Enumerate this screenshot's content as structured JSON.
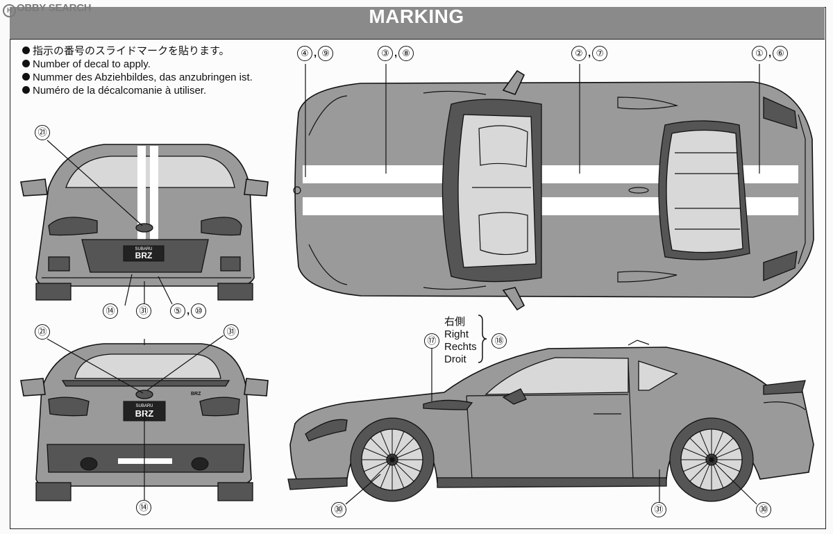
{
  "watermark": {
    "letter": "H",
    "text": "OBBY SEARCH"
  },
  "title": "MARKING",
  "instructions": [
    "指示の番号のスライドマークを貼ります。",
    "Number of decal to apply.",
    "Nummer des Abziehbildes, das anzubringen ist.",
    "Numéro de la décalcomanie à utiliser."
  ],
  "top_view_labels": [
    {
      "a": "④",
      "b": "⑨"
    },
    {
      "a": "③",
      "b": "⑧"
    },
    {
      "a": "②",
      "b": "⑦"
    },
    {
      "a": "①",
      "b": "⑥"
    }
  ],
  "front_view_labels": {
    "top": "㉑",
    "bottom_left": "⑭",
    "bottom_mid": "㉛",
    "bottom_right_a": "⑤",
    "bottom_right_b": "⑩"
  },
  "rear_view_labels": {
    "top_left": "㉑",
    "top_right": "㉛",
    "bottom": "⑭"
  },
  "side_view_labels": {
    "vent": "⑰",
    "group": "⑱",
    "wheel_front": "㉚",
    "sill": "㉛",
    "wheel_rear": "㉚"
  },
  "side_text": [
    "右側",
    "Right",
    "Rechts",
    "Droit"
  ],
  "plates": {
    "brand": "SUBARU",
    "model": "BRZ",
    "rear_badge": "BRZ"
  },
  "colors": {
    "header": "#8a8a8a",
    "body": "#9a9a9a",
    "stripe": "#ffffff",
    "line": "#111111"
  }
}
